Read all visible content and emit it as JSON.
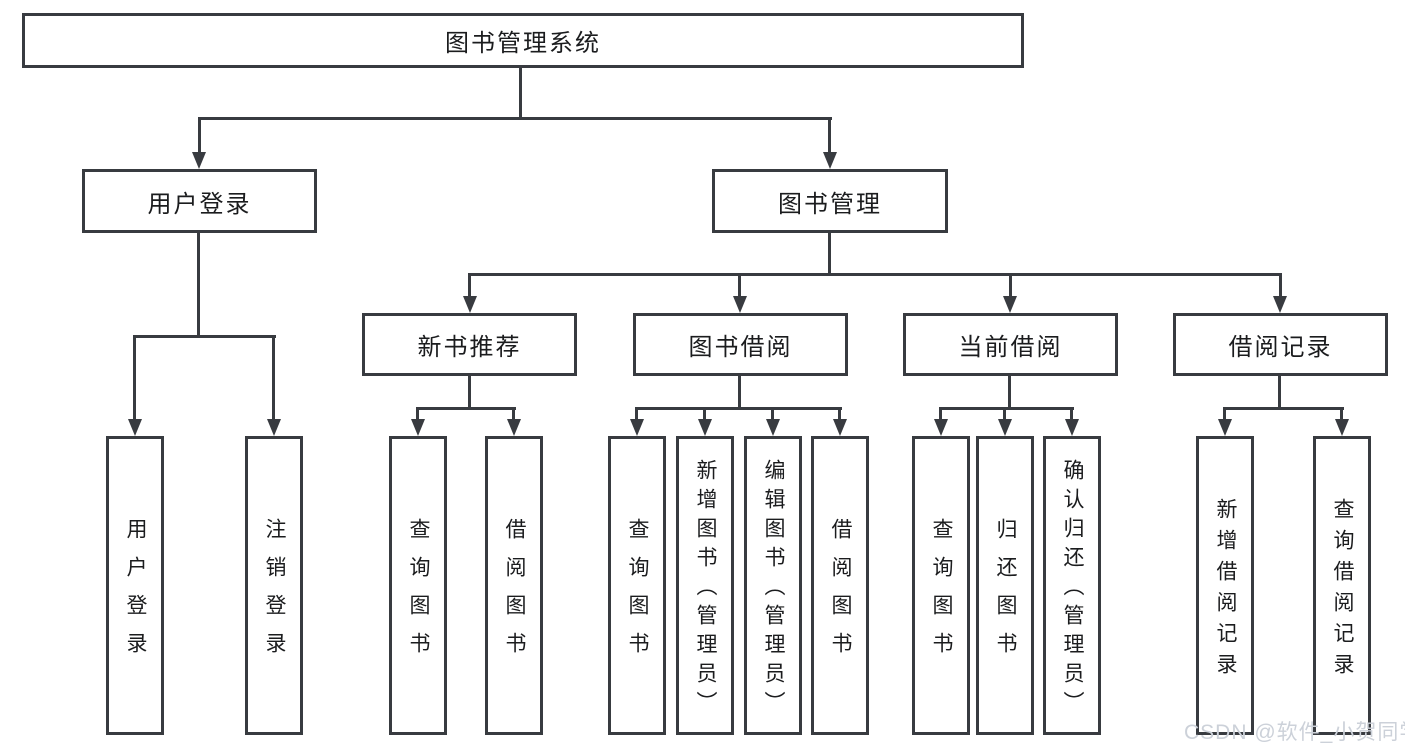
{
  "tree": {
    "label": "图书管理系统",
    "children": [
      {
        "label": "用户登录",
        "children": [
          {
            "label": "用户登录"
          },
          {
            "label": "注销登录"
          }
        ]
      },
      {
        "label": "图书管理",
        "children": [
          {
            "label": "新书推荐",
            "children": [
              {
                "label": "查询图书"
              },
              {
                "label": "借阅图书"
              }
            ]
          },
          {
            "label": "图书借阅",
            "children": [
              {
                "label": "查询图书"
              },
              {
                "label": "新增图书（管理员）"
              },
              {
                "label": "编辑图书（管理员）"
              },
              {
                "label": "借阅图书"
              }
            ]
          },
          {
            "label": "当前借阅",
            "children": [
              {
                "label": "查询图书"
              },
              {
                "label": "归还图书"
              },
              {
                "label": "确认归还（管理员）"
              }
            ]
          },
          {
            "label": "借阅记录",
            "children": [
              {
                "label": "新增借阅记录"
              },
              {
                "label": "查询借阅记录"
              }
            ]
          }
        ]
      }
    ]
  },
  "watermark": {
    "text": "CSDN @软件_小贺同学"
  },
  "colors": {
    "line": "#383b40",
    "text": "#1b1c1e",
    "background": "#ffffff",
    "watermark": "#ccd1d9"
  }
}
